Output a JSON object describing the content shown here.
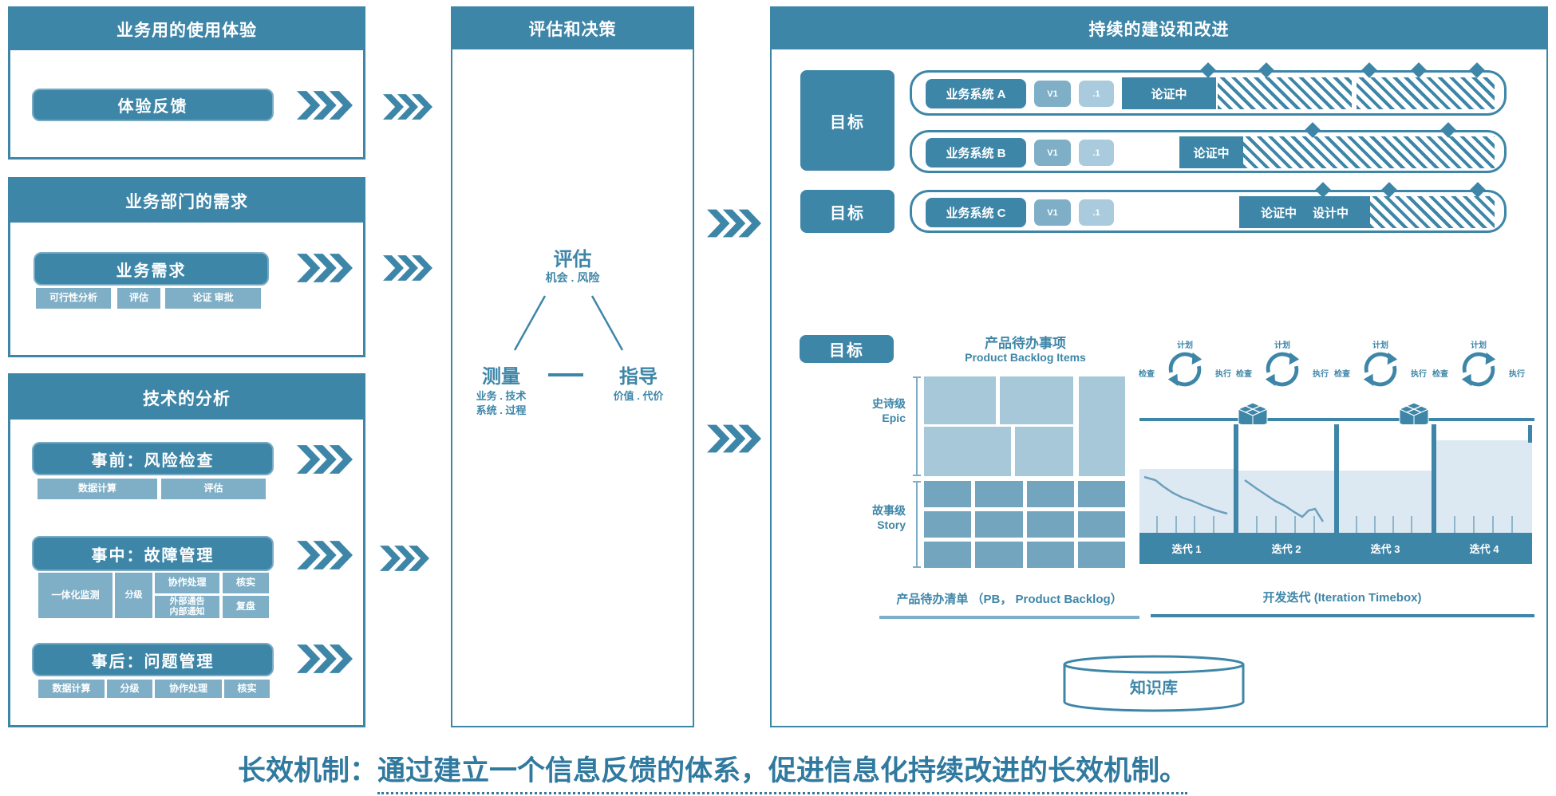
{
  "colors": {
    "primary": "#3E86A8",
    "medium": "#7FAFC7",
    "light": "#A9CBDD",
    "epic": "#A6C8D9",
    "story": "#74A5BF",
    "iteration_fill": "#DDE9F2",
    "caption_text": "#30799F"
  },
  "left": {
    "experience": {
      "title": "业务用的使用体验",
      "feedback_button": "体验反馈"
    },
    "demand": {
      "title": "业务部门的需求",
      "demand_button": "业务需求",
      "chips": [
        "可行性分析",
        "评估",
        "论证 审批"
      ]
    },
    "tech": {
      "title": "技术的分析",
      "pre": {
        "button": "事前：风险检查",
        "chips": [
          "数据计算",
          "评估"
        ]
      },
      "during": {
        "button": "事中：故障管理",
        "monitor": "一体化监测",
        "grade": "分级",
        "collaborate": "协作处理",
        "verify": "核实",
        "notice": "外部通告\n内部通知",
        "review": "复盘"
      },
      "post": {
        "button": "事后：问题管理",
        "chips": [
          "数据计算",
          "分级",
          "协作处理",
          "核实"
        ]
      }
    }
  },
  "middle": {
    "title": "评估和决策",
    "assess": {
      "label": "评估",
      "sub": "机会 . 风险"
    },
    "measure": {
      "label": "测量",
      "sub1": "业务 . 技术",
      "sub2": "系统 . 过程"
    },
    "guide": {
      "label": "指导",
      "sub": "价值 . 代价"
    }
  },
  "right": {
    "title": "持续的建设和改进",
    "goal": "目标",
    "systems": [
      {
        "name": "业务系统 A",
        "version": "V1",
        "minor": ".1",
        "status": "论证中"
      },
      {
        "name": "业务系统 B",
        "version": "V1",
        "minor": ".1",
        "status": "论证中"
      },
      {
        "name": "业务系统 C",
        "version": "V1",
        "minor": ".1",
        "status": "论证中",
        "status2": "设计中"
      }
    ],
    "backlog": {
      "title": "产品待办事项",
      "subtitle": "Product Backlog Items",
      "epic_cn": "史诗级",
      "epic_en": "Epic",
      "story_cn": "故事级",
      "story_en": "Story",
      "caption": "产品待办清单 （PB， Product Backlog）"
    },
    "iteration": {
      "caption": "开发迭代 (Iteration Timebox)",
      "plan": "计划",
      "do": "执行",
      "check": "检查",
      "panels": [
        "迭代 1",
        "迭代 2",
        "迭代 3",
        "迭代 4"
      ]
    },
    "knowledge_base": "知识库"
  },
  "footer": {
    "lead": "长效机制：",
    "text": "通过建立一个信息反馈的体系，促进信息化持续改进的长效机制。"
  }
}
